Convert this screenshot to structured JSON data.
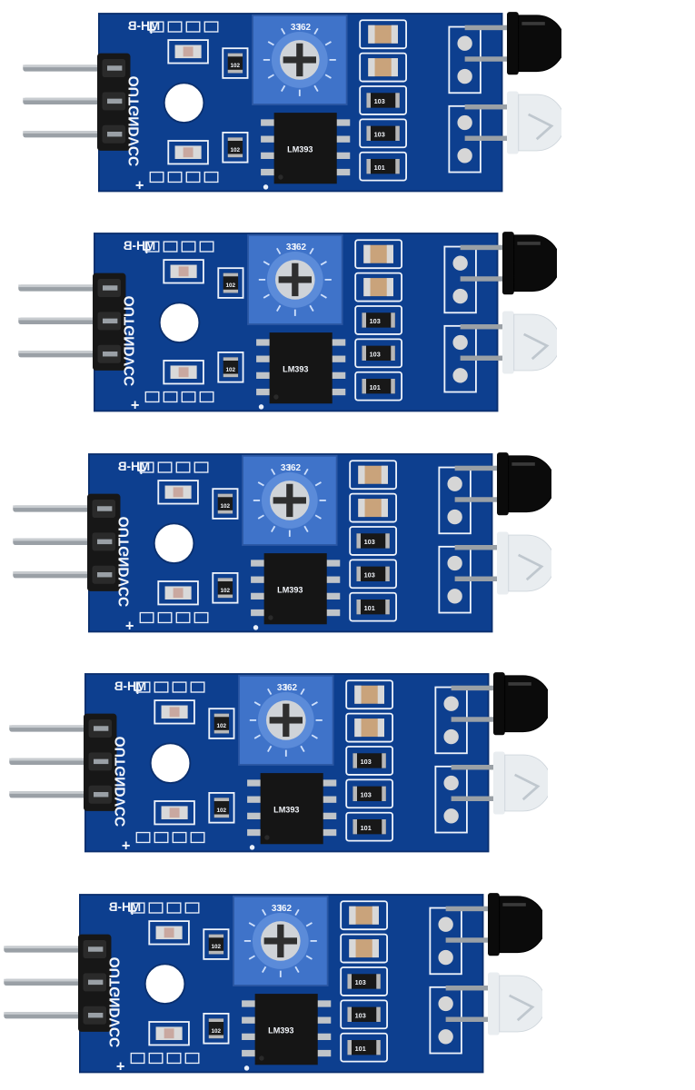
{
  "photo": {
    "subject": "MH-B infrared obstacle avoidance sensor modules",
    "module_count": 5,
    "pcb_color": "#0d3f8f",
    "trimpot_color": "#3f73c9",
    "pin_color": "#9aa0a6",
    "led_dark_color": "#0b0b0b",
    "led_clear_color": "#e9edf0"
  },
  "board_silkscreen": {
    "model": "MH-B",
    "pin_labels": "OUTGNDVCC",
    "plus_sign": "+",
    "resistor_codes": [
      "103",
      "103",
      "101",
      "102",
      "102"
    ],
    "chip_marking": "LM393"
  },
  "modules": [
    {
      "label": "MH-B"
    },
    {
      "label": "MH-B"
    },
    {
      "label": "MH-B"
    },
    {
      "label": "MH-B"
    },
    {
      "label": "MH-B"
    }
  ]
}
